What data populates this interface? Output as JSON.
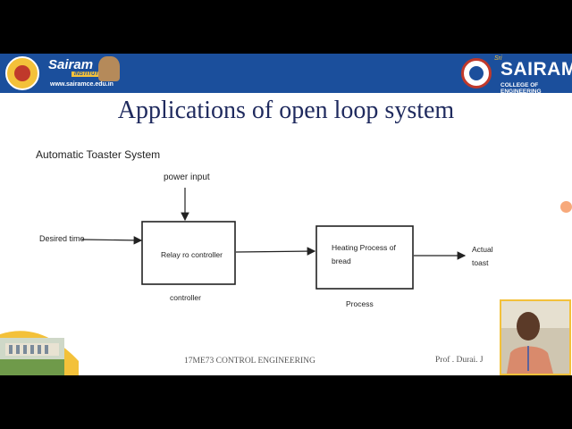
{
  "header": {
    "left_brand": "Sairam",
    "left_brand_sub": "INSTITUTIONS",
    "left_url": "www.sairamce.edu.in",
    "right_prefix": "Sri",
    "right_brand": "SAIRAM",
    "right_sub": "COLLEGE OF ENGINEERING"
  },
  "slide": {
    "title": "Applications of open loop system",
    "diagram_title": "Automatic Toaster System"
  },
  "diagram": {
    "input_label": "Desired time",
    "disturbance_label": "power input",
    "controller_box_label": "Relay ro controller",
    "controller_caption": "controller",
    "process_box_label_line1": "Heating Process of",
    "process_box_label_line2": "bread",
    "process_caption": "Process",
    "output_label_line1": "Actual",
    "output_label_line2": "toast"
  },
  "footer": {
    "course": "17ME73 CONTROL ENGINEERING",
    "professor": "Prof . Durai. J"
  }
}
